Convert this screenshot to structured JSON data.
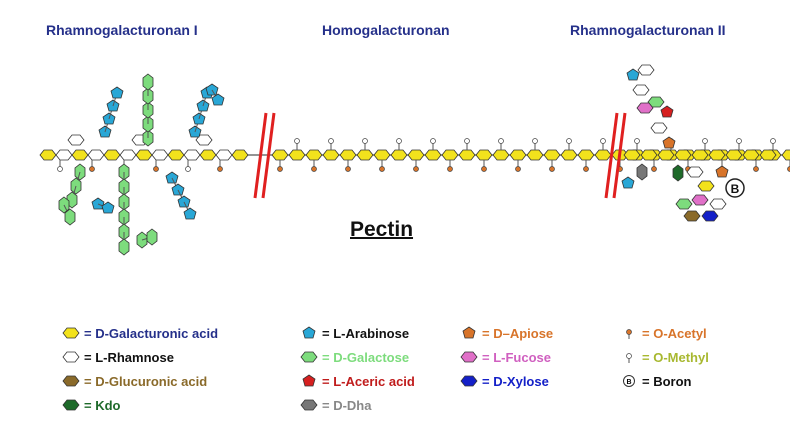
{
  "headers": {
    "rg1": "Rhamnogalacturonan I",
    "hg": "Homogalacturonan",
    "rg2": "Rhamnogalacturonan II"
  },
  "title": "Pectin",
  "legend": [
    {
      "label": "= D-Galacturonic acid",
      "icon": "galacturonic-acid-icon",
      "shape": "hex",
      "fill": "#f2e21c",
      "color": "#25308a"
    },
    {
      "label": "= L-Rhamnose",
      "icon": "rhamnose-icon",
      "shape": "hex",
      "fill": "#ffffff",
      "color": "#111111"
    },
    {
      "label": "= D-Glucuronic acid",
      "icon": "glucuronic-acid-icon",
      "shape": "hex",
      "fill": "#8a6a2a",
      "color": "#8a6a2a"
    },
    {
      "label": "= Kdo",
      "icon": "kdo-icon",
      "shape": "hex",
      "fill": "#1e6a2a",
      "color": "#1e6a2a"
    },
    {
      "label": "= L-Arabinose",
      "icon": "arabinose-icon",
      "shape": "pent",
      "fill": "#29a7d6",
      "color": "#111111"
    },
    {
      "label": "= D-Galactose",
      "icon": "galactose-icon",
      "shape": "hex",
      "fill": "#7ddc7d",
      "color": "#7ddc7d"
    },
    {
      "label": "= L-Aceric acid",
      "icon": "aceric-acid-icon",
      "shape": "pent",
      "fill": "#d62020",
      "color": "#c01c1c"
    },
    {
      "label": "= D-Dha",
      "icon": "dha-icon",
      "shape": "hex",
      "fill": "#777777",
      "color": "#888888"
    },
    {
      "label": "= D–Apiose",
      "icon": "apiose-icon",
      "shape": "pent",
      "fill": "#d8742a",
      "color": "#d8742a"
    },
    {
      "label": "= L-Fucose",
      "icon": "fucose-icon",
      "shape": "hex",
      "fill": "#e070c8",
      "color": "#d060c0"
    },
    {
      "label": "= D-Xylose",
      "icon": "xylose-icon",
      "shape": "hex",
      "fill": "#1420c8",
      "color": "#1420c8"
    },
    {
      "label": "= O-Acetyl",
      "icon": "o-acetyl-icon",
      "shape": "pin",
      "fill": "#d8742a",
      "color": "#d8742a"
    },
    {
      "label": "= O-Methyl",
      "icon": "o-methyl-icon",
      "shape": "pin",
      "fill": "#ffffff",
      "color": "#a8b830"
    },
    {
      "label": "= Boron",
      "icon": "boron-icon",
      "shape": "circleB",
      "fill": "#ffffff",
      "color": "#111111"
    }
  ],
  "boron_symbol": "B",
  "colors": {
    "galA": "#f2e21c",
    "rha": "#ffffff",
    "ara": "#29a7d6",
    "gal": "#7ddc7d",
    "break": "#e02020"
  }
}
